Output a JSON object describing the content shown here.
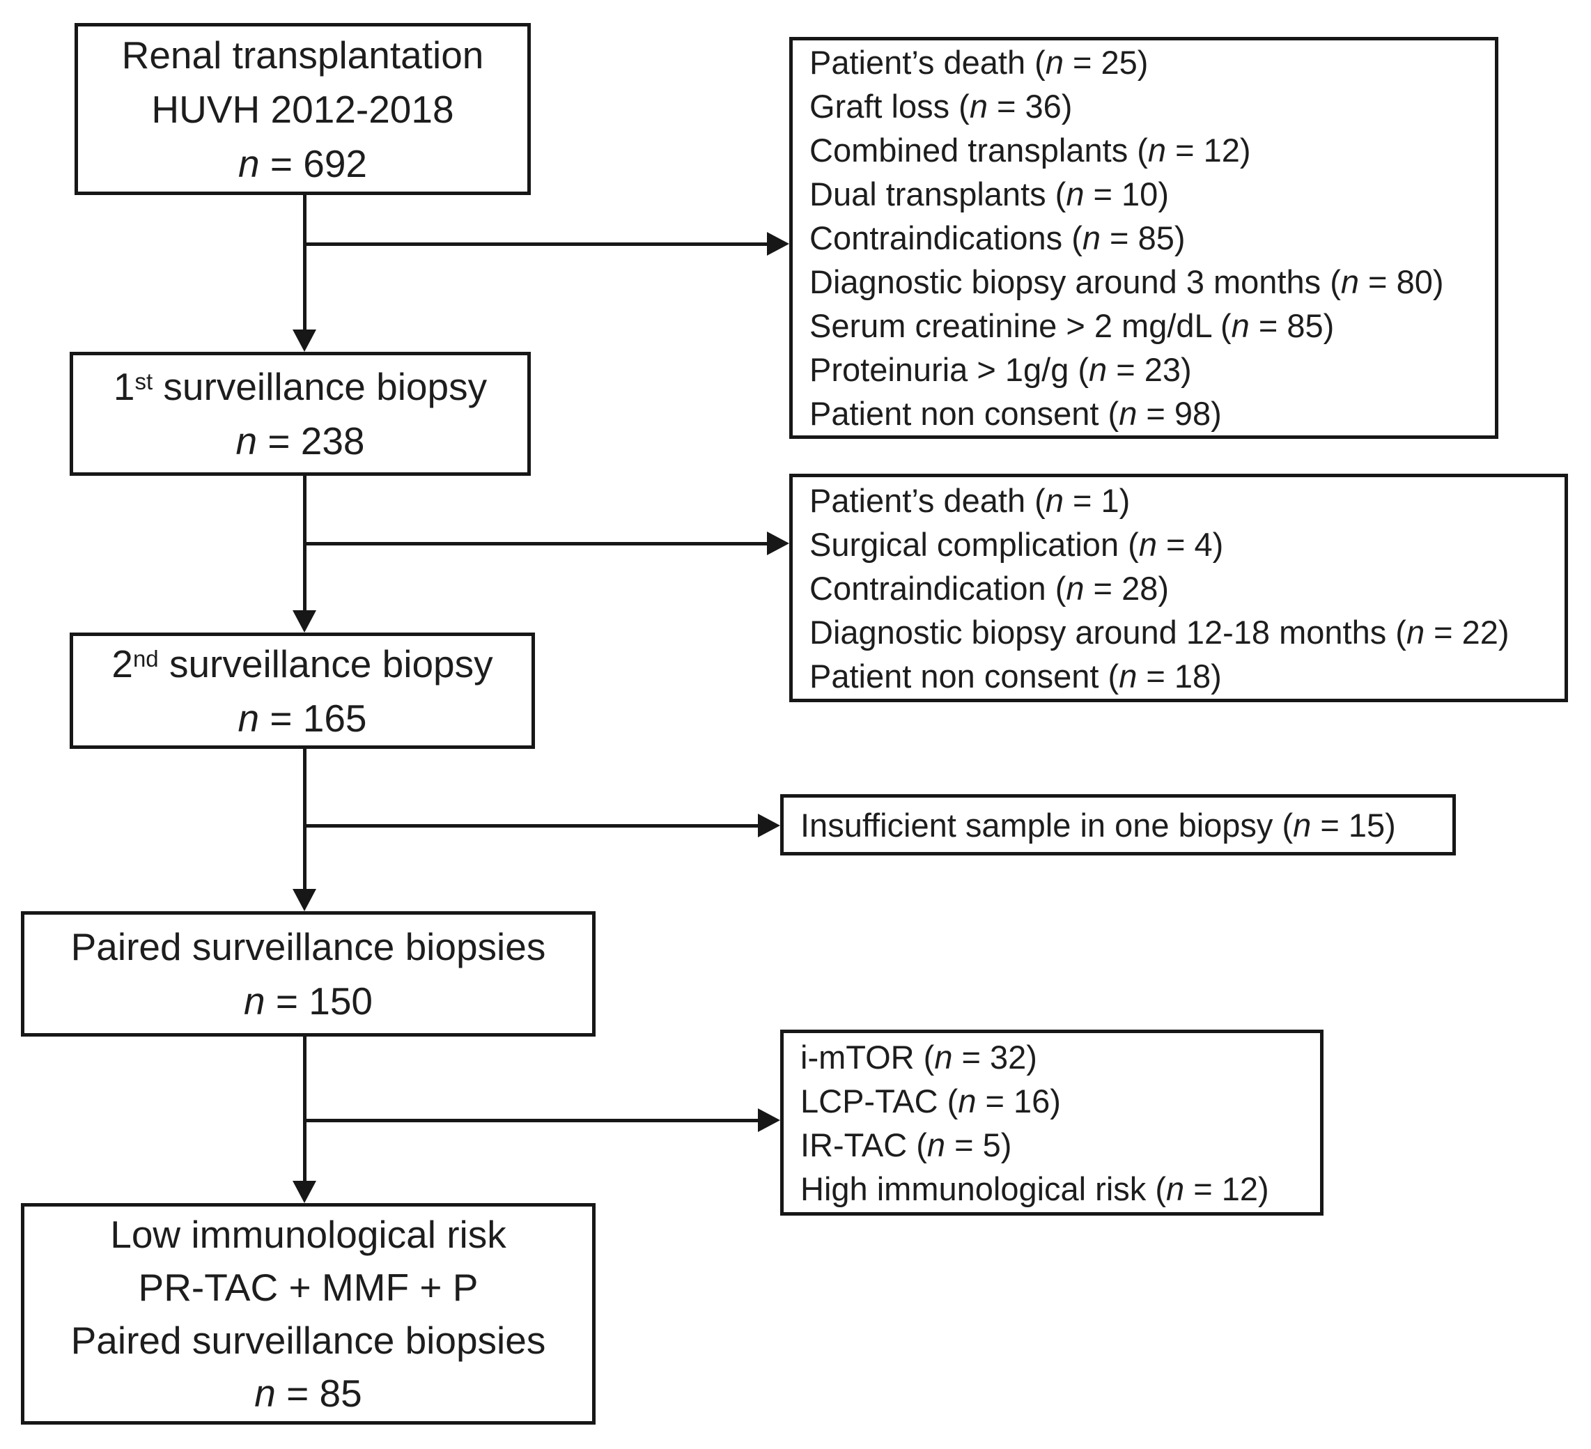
{
  "figure": {
    "background": "#ffffff",
    "line_color": "#171717",
    "text_color": "#1d1d1d"
  },
  "n_format": {
    "var": "n",
    "eq": " = ",
    "open": " (",
    "close": ")"
  },
  "main_boxes": [
    {
      "name": "renal-transplantation",
      "lines": [
        "Renal transplantation",
        "HUVH 2012-2018"
      ],
      "n": "692"
    },
    {
      "name": "first-surveillance-biopsy",
      "ordinal": "1",
      "ordinal_suffix": "st",
      "title_rest": " surveillance biopsy",
      "n": "238"
    },
    {
      "name": "second-surveillance-biopsy",
      "ordinal": "2",
      "ordinal_suffix": "nd",
      "title_rest": " surveillance biopsy",
      "n": "165"
    },
    {
      "name": "paired-surveillance-biopsies",
      "lines": [
        "Paired surveillance biopsies"
      ],
      "n": "150"
    },
    {
      "name": "low-immunological-risk",
      "lines": [
        "Low immunological risk",
        "PR-TAC + MMF + P",
        "Paired surveillance biopsies"
      ],
      "n": "85"
    }
  ],
  "exclusion_boxes": [
    {
      "name": "exclusions-before-first-biopsy",
      "items": [
        {
          "label": "Patient’s death",
          "n": "25"
        },
        {
          "label": "Graft loss",
          "n": "36"
        },
        {
          "label": "Combined transplants",
          "n": "12"
        },
        {
          "label": "Dual transplants",
          "n": "10"
        },
        {
          "label": "Contraindications",
          "n": "85"
        },
        {
          "label": "Diagnostic biopsy around 3 months",
          "n": "80"
        },
        {
          "label": "Serum creatinine > 2 mg/dL",
          "n": "85"
        },
        {
          "label": "Proteinuria > 1g/g",
          "n": "23"
        },
        {
          "label": "Patient non consent",
          "n": "98"
        }
      ]
    },
    {
      "name": "exclusions-before-second-biopsy",
      "items": [
        {
          "label": "Patient’s death",
          "n": "1"
        },
        {
          "label": "Surgical complication",
          "n": "4"
        },
        {
          "label": "Contraindication",
          "n": "28"
        },
        {
          "label": "Diagnostic biopsy around 12-18 months",
          "n": "22"
        },
        {
          "label": "Patient non consent",
          "n": "18"
        }
      ]
    },
    {
      "name": "exclusion-insufficient-sample",
      "items": [
        {
          "label": "Insufficient sample in one biopsy",
          "n": "15"
        }
      ]
    },
    {
      "name": "exclusions-regimen-risk",
      "items": [
        {
          "label": "i-mTOR",
          "n": "32"
        },
        {
          "label": "LCP-TAC",
          "n": "16"
        },
        {
          "label": "IR-TAC",
          "n": "5"
        },
        {
          "label": "High immunological risk",
          "n": "12"
        }
      ]
    }
  ]
}
